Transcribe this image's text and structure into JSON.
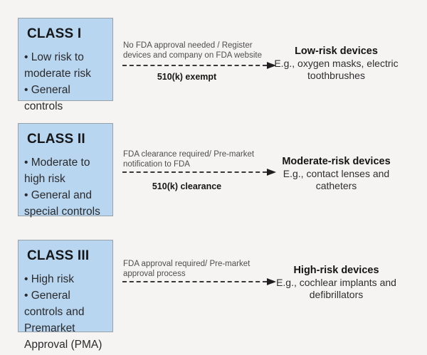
{
  "diagram": {
    "background_color": "#f5f4f2",
    "box_fill_color": "#b8d6ef",
    "box_border_color": "#96a1aa",
    "arrow_color": "#38383a"
  },
  "rows": [
    {
      "class_title": "CLASS I",
      "bullets": [
        "• Low risk to moderate risk",
        "• General controls"
      ],
      "pathway_text": "No FDA approval needed / Register devices and company on FDA website",
      "pathway_label": "510(k) exempt",
      "outcome_title": "Low-risk devices",
      "outcome_examples": "E.g., oxygen masks, electric toothbrushes"
    },
    {
      "class_title": "CLASS II",
      "bullets": [
        "• Moderate to high risk",
        "• General and special controls"
      ],
      "pathway_text": "FDA clearance required/ Pre-market notification to FDA",
      "pathway_label": "510(k) clearance",
      "outcome_title": "Moderate-risk devices",
      "outcome_examples": "E.g., contact lenses and catheters"
    },
    {
      "class_title": "CLASS III",
      "bullets": [
        "• High risk",
        "• General controls and Premarket Approval (PMA)"
      ],
      "pathway_text": "FDA approval required/ Pre-market approval process",
      "pathway_label": "",
      "outcome_title": "High-risk devices",
      "outcome_examples": "E.g., cochlear implants and defibrillators"
    }
  ]
}
